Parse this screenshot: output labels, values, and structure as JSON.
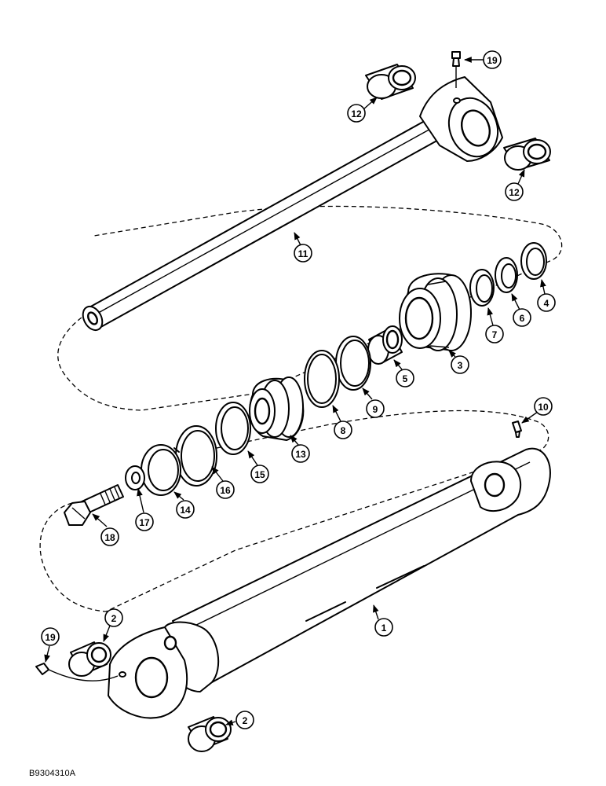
{
  "figure": {
    "id": "B9304310A"
  },
  "callouts": [
    {
      "key": "c19a",
      "label": "19"
    },
    {
      "key": "c12a",
      "label": "12"
    },
    {
      "key": "c12b",
      "label": "12"
    },
    {
      "key": "c11",
      "label": "11"
    },
    {
      "key": "c4",
      "label": "4"
    },
    {
      "key": "c6",
      "label": "6"
    },
    {
      "key": "c7",
      "label": "7"
    },
    {
      "key": "c3",
      "label": "3"
    },
    {
      "key": "c5",
      "label": "5"
    },
    {
      "key": "c9",
      "label": "9"
    },
    {
      "key": "c8",
      "label": "8"
    },
    {
      "key": "c13",
      "label": "13"
    },
    {
      "key": "c15",
      "label": "15"
    },
    {
      "key": "c16",
      "label": "16"
    },
    {
      "key": "c14",
      "label": "14"
    },
    {
      "key": "c17",
      "label": "17"
    },
    {
      "key": "c18",
      "label": "18"
    },
    {
      "key": "c10",
      "label": "10"
    },
    {
      "key": "c1",
      "label": "1"
    },
    {
      "key": "c2a",
      "label": "2"
    },
    {
      "key": "c19b",
      "label": "19"
    },
    {
      "key": "c2b",
      "label": "2"
    }
  ]
}
